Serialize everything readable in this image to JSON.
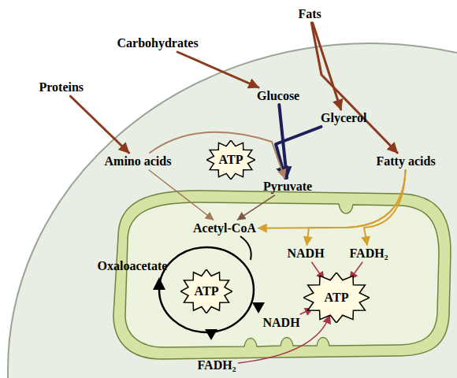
{
  "diagram": {
    "nodes": [
      {
        "text": [
          "Fats"
        ]
      },
      {
        "text": [
          "Carbohydrates"
        ]
      },
      {
        "text": [
          "Proteins"
        ]
      },
      {
        "text": [
          "Glucose"
        ]
      },
      {
        "text": [
          "Glycerol"
        ]
      },
      {
        "text": [
          "Amino acids"
        ]
      },
      {
        "text": [
          "ATP"
        ]
      },
      {
        "text": [
          "Fatty acids"
        ]
      },
      {
        "text": [
          "Pyruvate"
        ]
      },
      {
        "text": [
          "Acetyl-CoA"
        ]
      },
      {
        "text": [
          "NADH"
        ]
      },
      {
        "text": [
          "FADH₂"
        ]
      },
      {
        "text": [
          "Oxaloacetate"
        ]
      },
      {
        "text": [
          "ATP"
        ]
      },
      {
        "text": [
          "ATP"
        ]
      },
      {
        "text": [
          "NADH"
        ]
      },
      {
        "text": [
          "FADH₂"
        ]
      }
    ],
    "edges": [
      {
        "from": 0,
        "to": 4,
        "arrow": "to"
      },
      {
        "from": 0,
        "to": 7,
        "arrow": "to"
      },
      {
        "from": 1,
        "to": 3,
        "arrow": "to"
      },
      {
        "from": 2,
        "to": 5,
        "arrow": "to"
      },
      {
        "from": 3,
        "to": 8,
        "arrow": "to"
      },
      {
        "from": 4,
        "to": 8,
        "arrow": "to"
      },
      {
        "from": 5,
        "to": 8,
        "arrow": "to"
      },
      {
        "from": 5,
        "to": 9,
        "arrow": "to"
      },
      {
        "from": 8,
        "to": 9,
        "arrow": "to"
      },
      {
        "from": 7,
        "to": 9,
        "arrow": "to"
      },
      {
        "from": 7,
        "to": 10,
        "arrow": "to"
      },
      {
        "from": 7,
        "to": 11,
        "arrow": "to"
      },
      {
        "from": 10,
        "to": 14,
        "arrow": "to"
      },
      {
        "from": 11,
        "to": 14,
        "arrow": "to"
      },
      {
        "from": 15,
        "to": 14,
        "arrow": "to"
      },
      {
        "from": 16,
        "to": 14,
        "arrow": "to"
      }
    ]
  }
}
